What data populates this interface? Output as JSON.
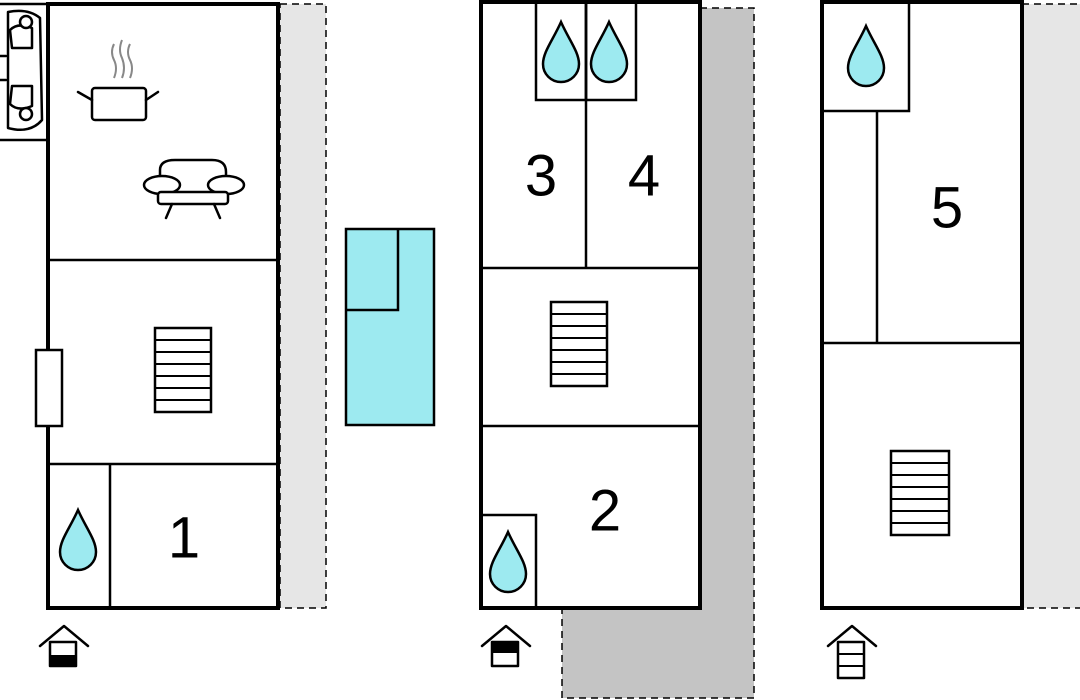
{
  "floor_plan": {
    "rooms": [
      {
        "label": "1"
      },
      {
        "label": "2"
      },
      {
        "label": "3"
      },
      {
        "label": "4"
      },
      {
        "label": "5"
      }
    ],
    "icons": [
      "car-icon",
      "kitchen-icon",
      "sofa-icon",
      "window-icon",
      "stairs-icon",
      "bathroom-drop-icon",
      "pool-icon",
      "entrance-icon",
      "terrace"
    ],
    "colors": {
      "water": "#9deaf0",
      "terrace_light": "#e6e6e6",
      "terrace_dark": "#c4c4c4",
      "wall": "#000000"
    }
  }
}
